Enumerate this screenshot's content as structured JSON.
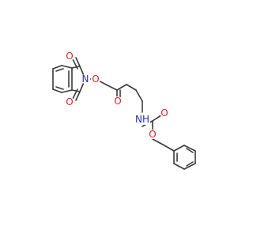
{
  "molecule": {
    "colors": {
      "bond": "#3a3a3a",
      "oxygen": "#e8191a",
      "nitrogen": "#2b2bd6"
    },
    "atom_labels": [
      {
        "id": "o_top",
        "text": "O",
        "element": "oxygen"
      },
      {
        "id": "o_bottom",
        "text": "O",
        "element": "oxygen"
      },
      {
        "id": "n_imide",
        "text": "N",
        "element": "nitrogen"
      },
      {
        "id": "o_ester_link",
        "text": "O",
        "element": "oxygen"
      },
      {
        "id": "o_ester_carbonyl",
        "text": "O",
        "element": "oxygen"
      },
      {
        "id": "nh_amide",
        "text": "NH",
        "element": "nitrogen"
      },
      {
        "id": "o_carbamate_carbonyl",
        "text": "O",
        "element": "oxygen"
      },
      {
        "id": "o_carbamate_ether",
        "text": "O",
        "element": "oxygen"
      }
    ]
  }
}
